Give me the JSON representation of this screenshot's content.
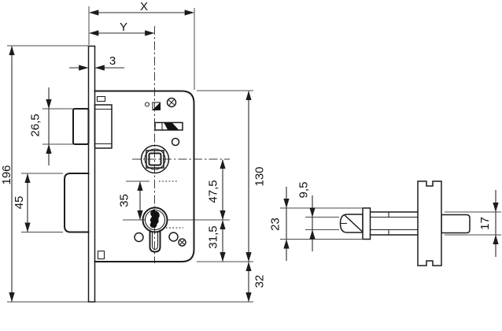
{
  "drawing": {
    "kind": "technical-dimension-drawing",
    "subject": "mortise-lock-with-profile-cylinder-and-latch-side-view",
    "colors": {
      "line": "#1c1c1c",
      "thin_line": "#4a4a4a",
      "background": "#ffffff",
      "fill_dark": "#111111"
    }
  },
  "dimensions": {
    "front_view": {
      "case_width": "X",
      "backset": "Y",
      "faceplate_thickness": "3",
      "latch_height": "26,5",
      "deadbolt_height": "45",
      "faceplate_length": "196",
      "ref_to_cylinder": "35",
      "follower_to_cylinder": "47,5",
      "case_height": "130",
      "cylinder_to_case_bottom": "31,5",
      "case_to_faceplate_end": "32"
    },
    "side_view": {
      "flange_height": "23",
      "tail_height": "9,5",
      "bolt_height": "17"
    }
  }
}
